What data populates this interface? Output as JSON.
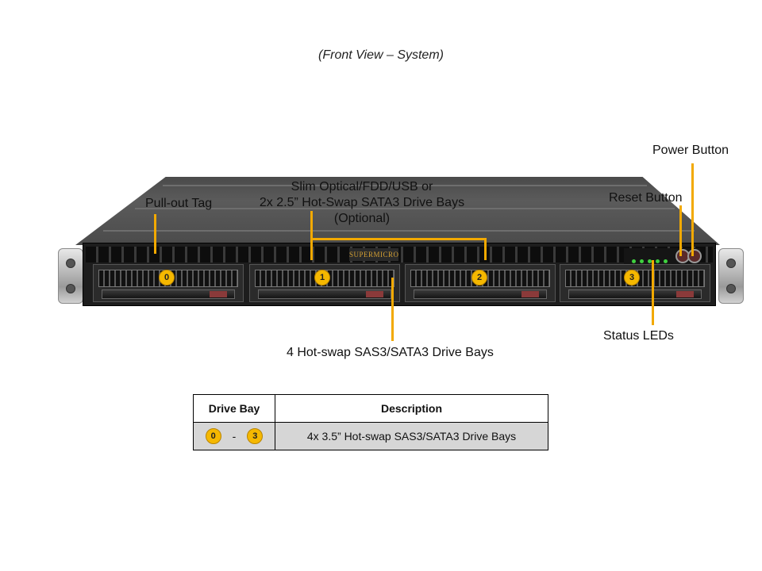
{
  "caption": "(Front View – System)",
  "labels": {
    "power_button": "Power Button",
    "reset_button": "Reset Button",
    "pull_out_tag": "Pull-out Tag",
    "slim_line1": "Slim Optical/FDD/USB or",
    "slim_line2": "2x 2.5” Hot-Swap SATA3 Drive Bays",
    "slim_line3": "(Optional)",
    "hot_swap_bays": "4 Hot-swap SAS3/SATA3 Drive Bays",
    "status_leds": "Status LEDs"
  },
  "chassis": {
    "logo": "SUPERMICRO",
    "bays": [
      "0",
      "1",
      "2",
      "3"
    ],
    "led_colors": [
      "#3fd13f",
      "#3fd13f",
      "#3fd13f",
      "#3fd13f",
      "#3fd13f"
    ],
    "accent_color": "#f2a900"
  },
  "table": {
    "headers": [
      "Drive Bay",
      "Description"
    ],
    "rows": [
      {
        "bay_from": "0",
        "separator": "-",
        "bay_to": "3",
        "description": "4x 3.5” Hot-swap SAS3/SATA3 Drive Bays"
      }
    ]
  }
}
